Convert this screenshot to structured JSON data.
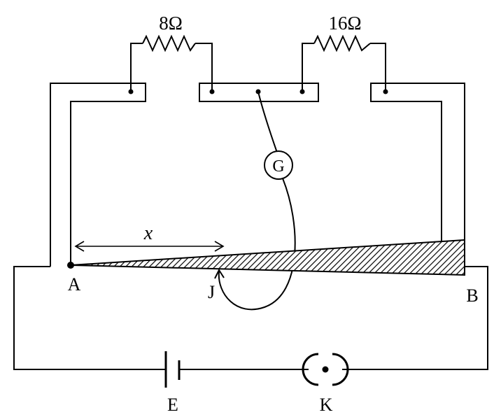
{
  "resistors": {
    "left_value": "8Ω",
    "right_value": "16Ω"
  },
  "galvanometer": {
    "label": "G"
  },
  "points": {
    "a": "A",
    "b": "B",
    "j": "J"
  },
  "distance": {
    "label": "x"
  },
  "battery": {
    "label": "E"
  },
  "key": {
    "label": "K"
  },
  "colors": {
    "stroke": "#000000",
    "background": "#ffffff"
  }
}
